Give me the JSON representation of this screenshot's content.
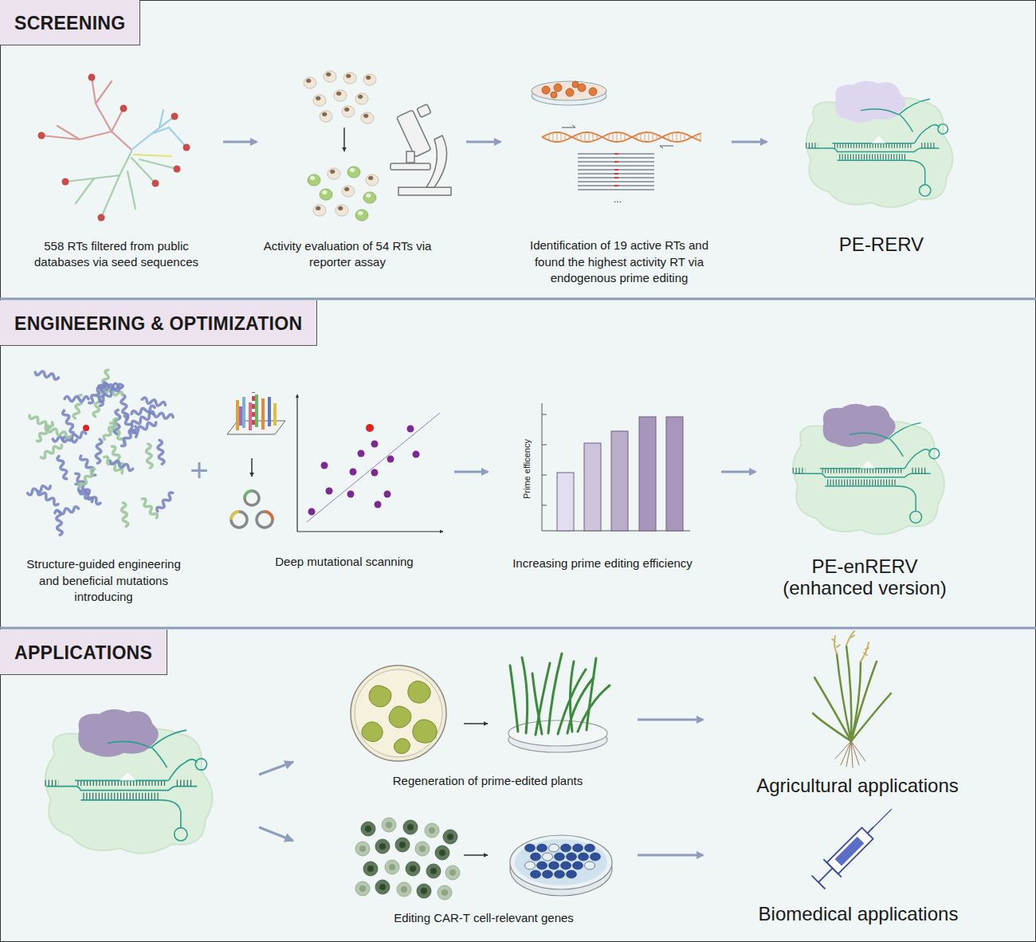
{
  "diagram": {
    "nodes": [
      {
        "text": [
          "SCREENING"
        ]
      },
      {
        "text": [
          "558 RTs filtered from public databases via seed sequences"
        ],
        "in": 0
      },
      {
        "text": [
          "Activity evaluation of 54 RTs via reporter assay"
        ],
        "in": 0
      },
      {
        "text": [
          "Identification of 19 active RTs and found the highest activity RT via endogenous prime editing"
        ],
        "in": 0
      },
      {
        "text": [
          "PE-RERV"
        ],
        "in": 0
      },
      {
        "text": [
          "ENGINEERING & OPTIMIZATION"
        ]
      },
      {
        "text": [
          "Structure-guided engineering and beneficial mutations introducing"
        ],
        "in": 5
      },
      {
        "text": [
          "Deep mutational scanning"
        ],
        "in": 5
      },
      {
        "text": [
          "Increasing prime editing efficiency"
        ],
        "in": 5
      },
      {
        "text": [
          "PE-enRERV (enhanced version)"
        ],
        "in": 5
      },
      {
        "text": [
          "APPLICATIONS"
        ]
      },
      {
        "text": [
          "Regeneration of prime-edited plants"
        ],
        "in": 10
      },
      {
        "text": [
          "Agricultural applications"
        ],
        "in": 10
      },
      {
        "text": [
          "Editing CAR-T cell-relevant genes"
        ],
        "in": 10
      },
      {
        "text": [
          "Biomedical applications"
        ],
        "in": 10
      }
    ],
    "edges": [
      {
        "from": 1,
        "to": 2,
        "arrow": "to"
      },
      {
        "from": 2,
        "to": 3,
        "arrow": "to"
      },
      {
        "from": 3,
        "to": 4,
        "arrow": "to"
      },
      {
        "from": 7,
        "to": 8,
        "arrow": "to"
      },
      {
        "from": 8,
        "to": 9,
        "arrow": "to"
      },
      {
        "from": 11,
        "to": 12,
        "arrow": "to"
      },
      {
        "from": 13,
        "to": 14,
        "arrow": "to"
      }
    ],
    "labels": [
      "+",
      "Prime efficency",
      "..."
    ]
  }
}
